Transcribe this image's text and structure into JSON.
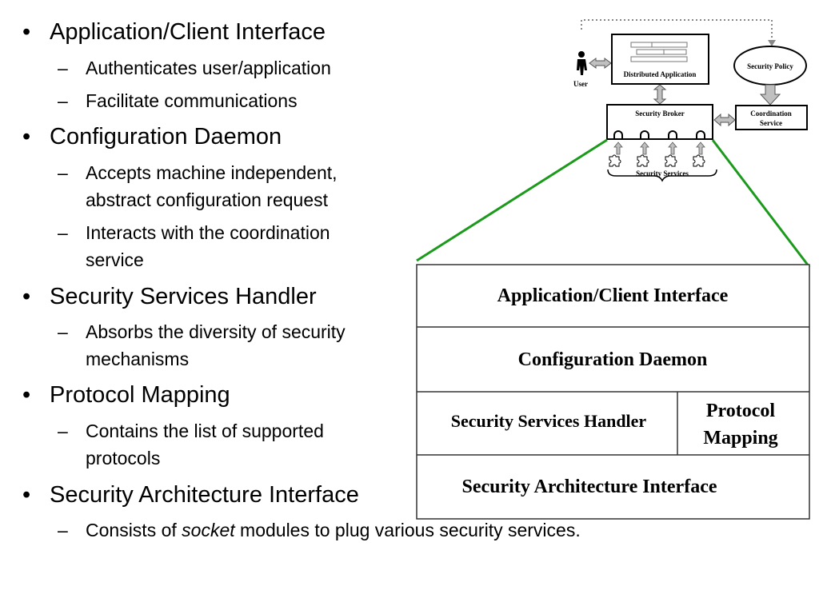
{
  "bullets": [
    {
      "text": "Application/Client Interface",
      "subs": [
        {
          "l1": "Authenticates user/application"
        },
        {
          "l1": "Facilitate communications"
        }
      ]
    },
    {
      "text": "Configuration Daemon",
      "subs": [
        {
          "l1": "Accepts machine independent,",
          "l2": "abstract configuration request"
        },
        {
          "l1": "Interacts with the coordination",
          "l2": "service"
        }
      ]
    },
    {
      "text": "Security Services Handler",
      "subs": [
        {
          "l1": "Absorbs the diversity of security",
          "l2": "mechanisms"
        }
      ]
    },
    {
      "text": "Protocol Mapping",
      "subs": [
        {
          "l1": "Contains the list of supported",
          "l2": "protocols"
        }
      ]
    },
    {
      "text": "Security Architecture Interface",
      "subs": [
        {
          "pre": "Consists of ",
          "em": "socket",
          "post": " modules to plug various security services."
        }
      ]
    }
  ],
  "thumb": {
    "user": "User",
    "distributed_application": "Distributed Application",
    "security_policy": "Security Policy",
    "security_broker": "Security Broker",
    "coordination_l1": "Coordination",
    "coordination_l2": "Service",
    "security_services": "Security Services"
  },
  "layers": {
    "app_client": "Application/Client Interface",
    "config_daemon": "Configuration Daemon",
    "ssh": "Security Services Handler",
    "protocol_l1": "Protocol",
    "protocol_l2": "Mapping",
    "sai": "Security Architecture Interface"
  },
  "colors": {
    "connector": "#1c9a1c",
    "arrow_fill": "#c0c0c0",
    "border": "#333333"
  }
}
